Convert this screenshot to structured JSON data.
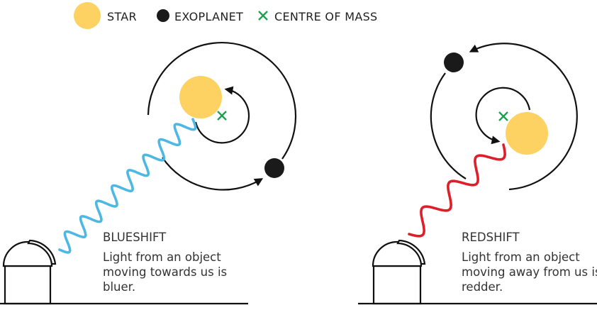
{
  "legend": {
    "star": "STAR",
    "exoplanet": "EXOPLANET",
    "centre_of_mass": "CENTRE OF MASS"
  },
  "blueshift": {
    "title": "BLUESHIFT",
    "lines": [
      "Light from an object",
      "moving towards us is",
      "bluer."
    ]
  },
  "redshift": {
    "title": "REDSHIFT",
    "lines": [
      "Light from an object",
      "moving away from us is",
      "redder."
    ]
  },
  "colors": {
    "star": "#FDD262",
    "planet": "#1a1a1a",
    "centre_of_mass": "#1DA050",
    "blue_light": "#4DB8E4",
    "red_light": "#DE1F2A"
  }
}
